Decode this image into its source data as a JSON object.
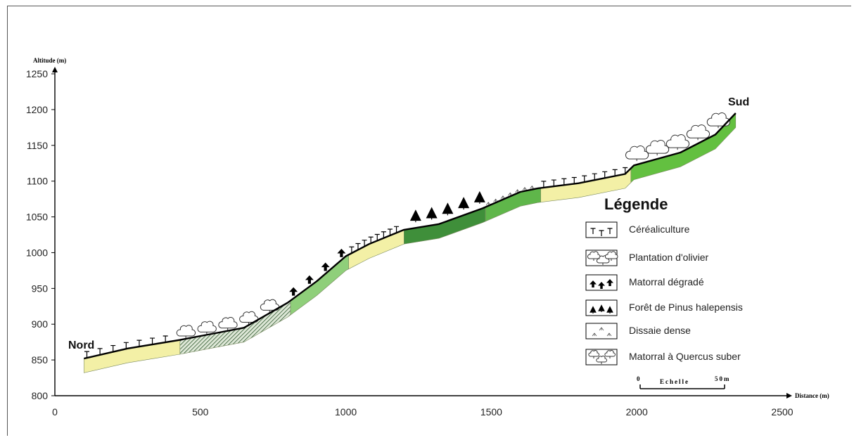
{
  "chart_data": {
    "type": "area",
    "xlabel": "Distance (m)",
    "ylabel": "Altitude (m)",
    "xlim": [
      0,
      2500
    ],
    "ylim": [
      800,
      1250
    ],
    "x_ticks": [
      0,
      500,
      1000,
      1500,
      2000,
      2500
    ],
    "y_ticks": [
      800,
      850,
      900,
      950,
      1000,
      1050,
      1100,
      1150,
      1200,
      1250
    ],
    "grid": false,
    "profile": {
      "x": [
        100,
        250,
        430,
        520,
        650,
        800,
        900,
        1000,
        1080,
        1200,
        1320,
        1470,
        1600,
        1660,
        1800,
        1960,
        1990,
        2150,
        2270,
        2340
      ],
      "y": [
        852,
        866,
        878,
        885,
        895,
        930,
        960,
        995,
        1012,
        1032,
        1040,
        1062,
        1085,
        1090,
        1097,
        1110,
        1122,
        1140,
        1165,
        1195
      ]
    },
    "segments": [
      {
        "from": 100,
        "to": 430,
        "class": "Céréaliculture"
      },
      {
        "from": 430,
        "to": 810,
        "class": "Plantation d'olivier"
      },
      {
        "from": 810,
        "to": 1010,
        "class": "Matorral dégradé"
      },
      {
        "from": 1010,
        "to": 1200,
        "class": "Céréaliculture"
      },
      {
        "from": 1200,
        "to": 1480,
        "class": "Forêt de Pinus halepensis"
      },
      {
        "from": 1480,
        "to": 1670,
        "class": "Dissaie dense"
      },
      {
        "from": 1670,
        "to": 1980,
        "class": "Céréaliculture"
      },
      {
        "from": 1980,
        "to": 2340,
        "class": "Matorral à Quercus suber"
      }
    ],
    "annotations": {
      "start": "Nord",
      "end": "Sud"
    },
    "legend": {
      "title": "Légende",
      "placement": "right",
      "items": [
        {
          "label": "Céréaliculture",
          "icon": "cereal-icon"
        },
        {
          "label": "Plantation d'olivier",
          "icon": "olive-tree-icon"
        },
        {
          "label": "Matorral dégradé",
          "icon": "degraded-matorral-icon"
        },
        {
          "label": "Forêt de Pinus halepensis",
          "icon": "pine-icon"
        },
        {
          "label": "Dissaie dense",
          "icon": "diss-grass-icon"
        },
        {
          "label": "Matorral à Quercus suber",
          "icon": "cork-oak-icon"
        }
      ]
    },
    "scale": {
      "label": "Echelle",
      "min": "0",
      "max": "50m"
    }
  },
  "colors": {
    "Céréaliculture": "#f3f0a6",
    "Plantation d'olivier": "#3f6b3f",
    "Matorral dégradé": "#8fcf7a",
    "Forêt de Pinus halepensis": "#3f8f3a",
    "Dissaie dense": "#5fb64a",
    "Matorral à Quercus suber": "#63c040"
  }
}
